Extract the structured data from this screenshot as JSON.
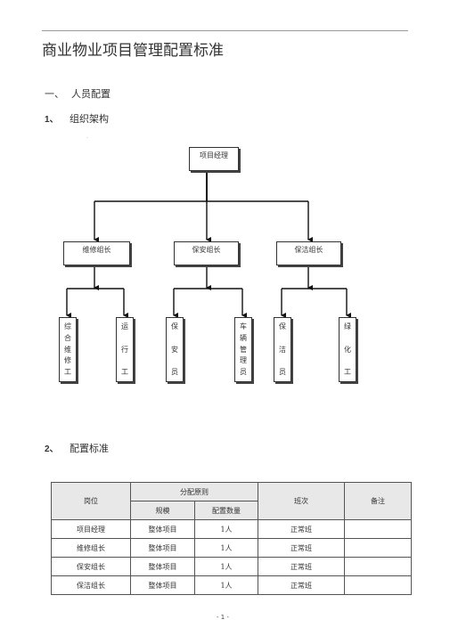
{
  "document": {
    "title": "商业物业项目管理配置标准",
    "section1": {
      "marker": "一、",
      "label": "人员配置"
    },
    "section1_1": {
      "marker": "1、",
      "label": "组织架构"
    },
    "section1_2": {
      "marker": "2、",
      "label": "配置标准"
    },
    "page_number": "- 1 -",
    "stray_mark": "."
  },
  "org_chart": {
    "root": "项目经理",
    "groups": [
      {
        "label": "维修组长",
        "children": [
          "综合维修工",
          "运行工"
        ]
      },
      {
        "label": "保安组长",
        "children": [
          "保安员",
          "车辆管理员"
        ]
      },
      {
        "label": "保洁组长",
        "children": [
          "保洁员",
          "绿化工"
        ]
      }
    ]
  },
  "config_table": {
    "headers": {
      "position": "岗位",
      "principle": "分配原则",
      "scale": "规模",
      "count": "配置数量",
      "shift": "班次",
      "remark": "备注"
    },
    "rows": [
      {
        "position": "项目经理",
        "scale": "整体项目",
        "count": "1人",
        "shift": "正常班",
        "remark": ""
      },
      {
        "position": "维修组长",
        "scale": "整体项目",
        "count": "1人",
        "shift": "正常班",
        "remark": ""
      },
      {
        "position": "保安组长",
        "scale": "整体项目",
        "count": "1人",
        "shift": "正常班",
        "remark": ""
      },
      {
        "position": "保洁组长",
        "scale": "整体项目",
        "count": "1人",
        "shift": "正常班",
        "remark": ""
      }
    ]
  }
}
